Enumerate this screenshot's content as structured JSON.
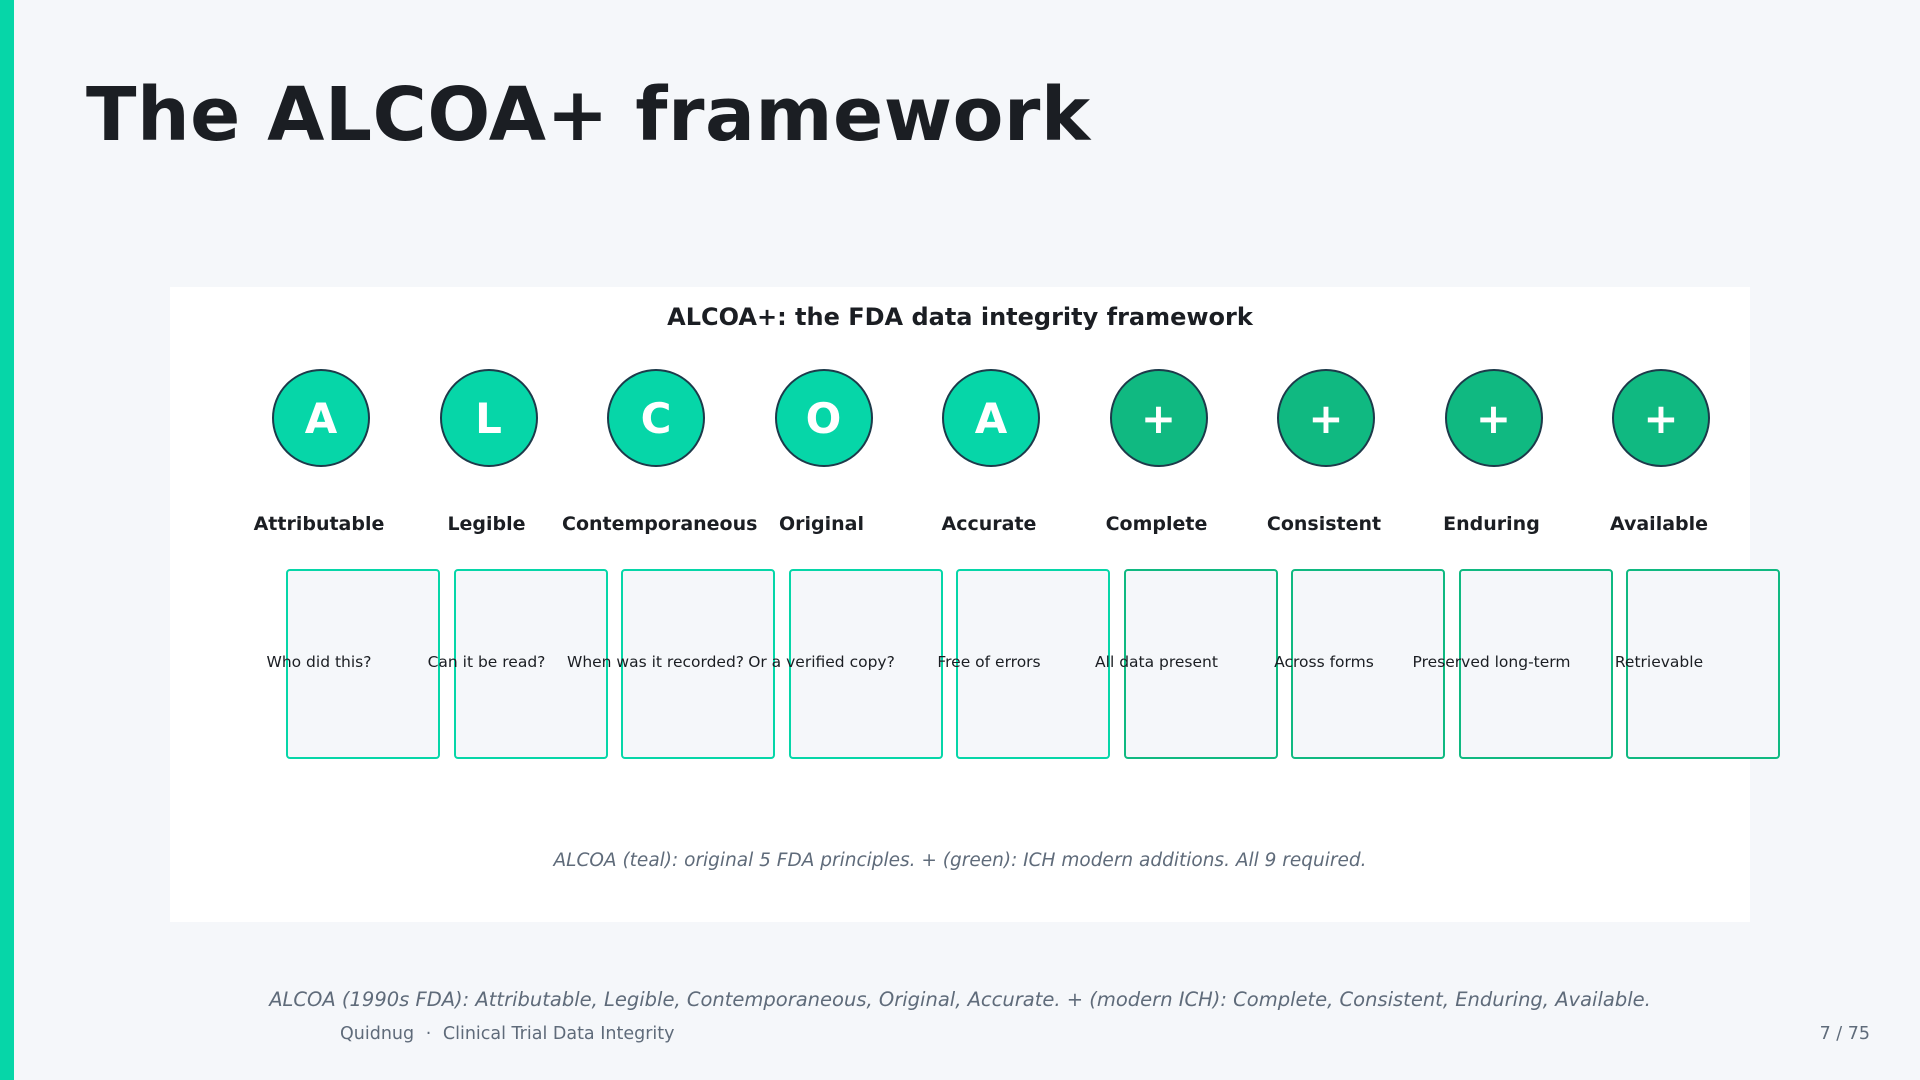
{
  "slide": {
    "title": "The ALCOA+ framework",
    "note": "ALCOA (1990s FDA): Attributable, Legible, Contemporaneous, Original, Accurate. + (modern ICH): Complete, Consistent, Enduring, Available.",
    "footer": {
      "brand": "Quidnug",
      "separator": "·",
      "deck": "Clinical Trial Data Integrity",
      "page": "7 / 75"
    }
  },
  "figure": {
    "title": "ALCOA+: the FDA data integrity framework",
    "caption": "ALCOA (teal): original 5 FDA principles. + (green): ICH modern additions. All 9 required.",
    "principles": [
      {
        "letter": "A",
        "name": "Attributable",
        "question": "Who did this?",
        "group": "teal"
      },
      {
        "letter": "L",
        "name": "Legible",
        "question": "Can it be read?",
        "group": "teal"
      },
      {
        "letter": "C",
        "name": "Contemporaneous",
        "question": "When was it recorded?",
        "group": "teal"
      },
      {
        "letter": "O",
        "name": "Original",
        "question": "Or a verified copy?",
        "group": "teal"
      },
      {
        "letter": "A",
        "name": "Accurate",
        "question": "Free of errors",
        "group": "teal"
      },
      {
        "letter": "+",
        "name": "Complete",
        "question": "All data present",
        "group": "green"
      },
      {
        "letter": "+",
        "name": "Consistent",
        "question": "Across forms",
        "group": "green"
      },
      {
        "letter": "+",
        "name": "Enduring",
        "question": "Preserved long-term",
        "group": "green"
      },
      {
        "letter": "+",
        "name": "Available",
        "question": "Retrievable",
        "group": "green"
      }
    ],
    "colors": {
      "teal": "#06d6a8",
      "green": "#10b981",
      "outline": "#1d3a4a"
    }
  }
}
